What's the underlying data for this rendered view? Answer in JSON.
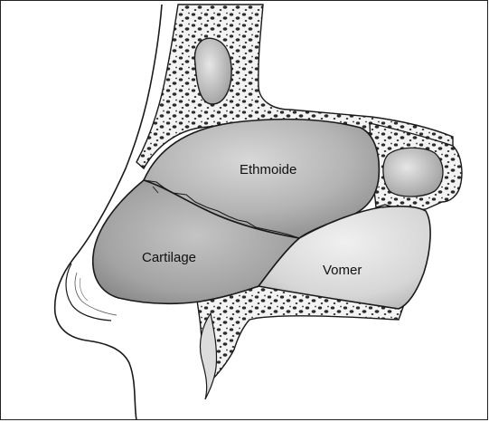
{
  "labels": {
    "ethmoide": "Ethmoide",
    "cartilage": "Cartilage",
    "vomer": "Vomer"
  },
  "colors": {
    "outline": "#1a1a1a",
    "bone_fill": "#f2f2f2",
    "bone_dots": "#2b2b2b",
    "ethmoid_fill": "#b9b9b9",
    "cartilage_fill": "#a8a8a8",
    "vomer_fill": "#d8d8d8"
  }
}
